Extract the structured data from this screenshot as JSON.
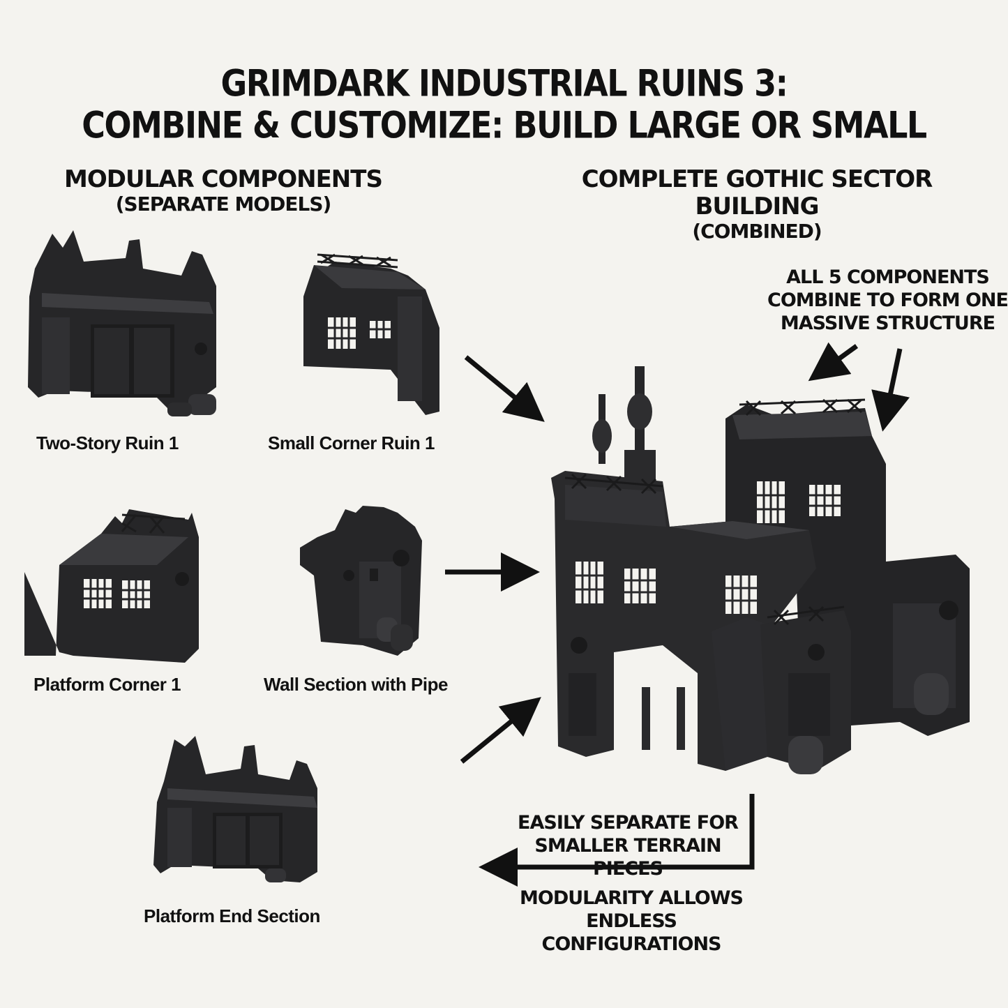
{
  "title": {
    "line1": "GRIMDARK INDUSTRIAL RUINS 3:",
    "line2": "COMBINE & CUSTOMIZE: BUILD LARGE OR SMALL"
  },
  "left_section": {
    "heading": "MODULAR COMPONENTS",
    "subheading": "(SEPARATE MODELS)",
    "components": [
      {
        "label": "Two-Story Ruin 1"
      },
      {
        "label": "Small Corner Ruin 1"
      },
      {
        "label": "Platform Corner 1"
      },
      {
        "label": "Wall Section with Pipe"
      },
      {
        "label": "Platform End Section"
      }
    ]
  },
  "right_section": {
    "heading": "COMPLETE GOTHIC SECTOR BUILDING",
    "subheading": "(COMBINED)"
  },
  "callouts": {
    "combine": [
      "ALL 5 COMPONENTS",
      "COMBINE TO FORM ONE",
      "MASSIVE STRUCTURE"
    ],
    "separate": [
      "EASILY SEPARATE FOR",
      "SMALLER TERRAIN PIECES"
    ],
    "modularity": [
      "MODULARITY ALLOWS ENDLESS",
      "CONFIGURATIONS"
    ]
  },
  "colors": {
    "background": "#f4f3ef",
    "model": "#2a2a2c",
    "model_shade": "#1a1a1b",
    "model_light": "#3c3c3f",
    "text": "#111111"
  }
}
